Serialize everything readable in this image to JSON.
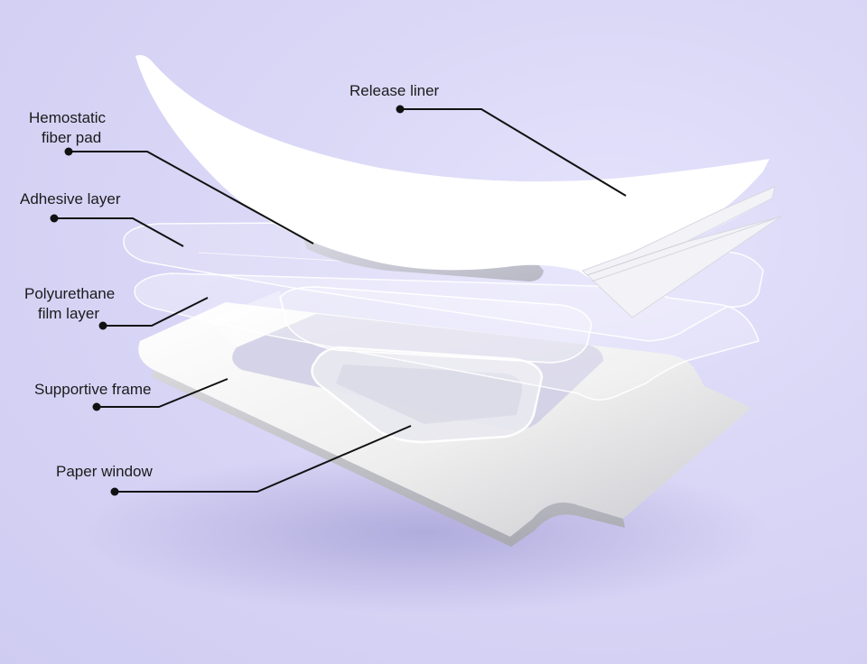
{
  "labels": {
    "release_liner": "Release liner",
    "hemostatic_pad": [
      "Hemostatic",
      "fiber pad"
    ],
    "adhesive_layer": "Adhesive layer",
    "polyurethane_film": [
      "Polyurethane",
      "film layer"
    ],
    "supportive_frame": "Supportive frame",
    "paper_window": "Paper window"
  },
  "colors": {
    "background": "#d9d6f6",
    "layer_white": "#ffffff",
    "leader_line": "#111111"
  }
}
